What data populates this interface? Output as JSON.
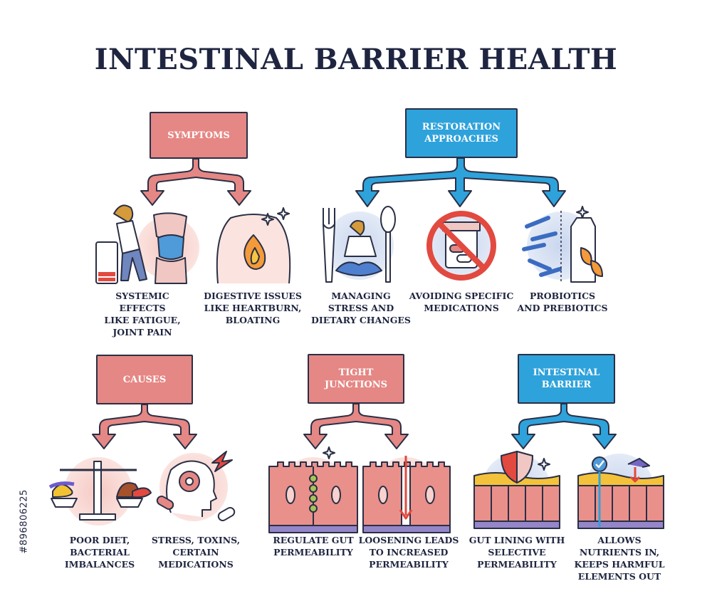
{
  "title": "INTESTINAL BARRIER HEALTH",
  "sections": {
    "symptoms": {
      "heading": "SYMPTOMS",
      "items": [
        "SYSTEMIC EFFECTS\nLIKE FATIGUE,\nJOINT PAIN",
        "DIGESTIVE ISSUES\nLIKE HEARTBURN,\nBLOATING"
      ]
    },
    "restoration": {
      "heading": "RESTORATION\nAPPROACHES",
      "items": [
        "MANAGING\nSTRESS AND\nDIETARY CHANGES",
        "AVOIDING SPECIFIC\nMEDICATIONS",
        "PROBIOTICS\nAND PREBIOTICS"
      ]
    },
    "causes": {
      "heading": "CAUSES",
      "items": [
        "POOR DIET,\nBACTERIAL\nIMBALANCES",
        "STRESS, TOXINS,\nCERTAIN\nMEDICATIONS"
      ]
    },
    "tight_junctions": {
      "heading": "TIGHT\nJUNCTIONS",
      "items": [
        "REGULATE GUT\nPERMEABILITY",
        "LOOSENING LEADS\nTO INCREASED\nPERMEABILITY"
      ]
    },
    "intestinal_barrier": {
      "heading": "INTESTINAL\nBARRIER",
      "items": [
        "GUT LINING WITH\nSELECTIVE\nPERMEABILITY",
        "ALLOWS\nNUTRIENTS IN,\nKEEPS HARMFUL\nELEMENTS OUT"
      ]
    }
  },
  "stock_id": "#896806225",
  "colors": {
    "red": "#e58784",
    "blue": "#2ea2db",
    "navy": "#1f2540",
    "outline": "#2a2f45"
  }
}
